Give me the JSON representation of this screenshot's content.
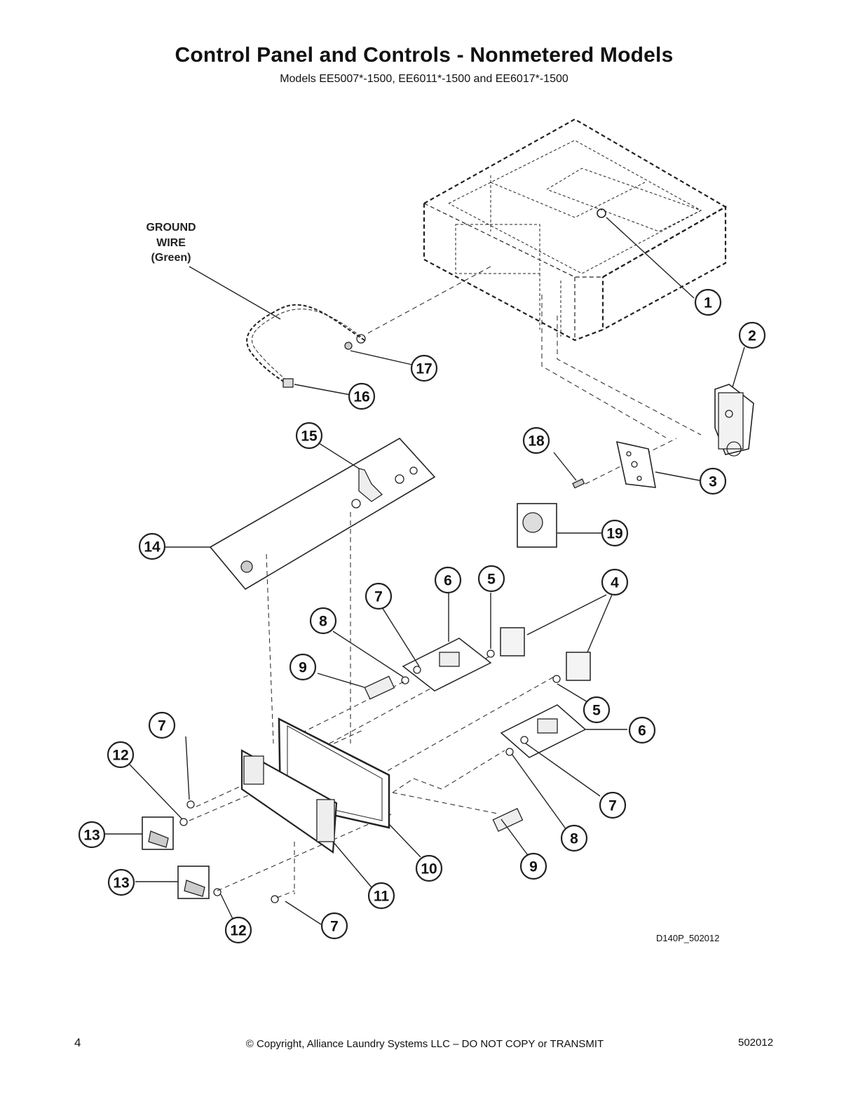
{
  "header": {
    "title": "Control Panel and Controls - Nonmetered Models",
    "subtitle": "Models EE5007*-1500, EE6011*-1500 and EE6017*-1500"
  },
  "diagram": {
    "ground_label": [
      "GROUND",
      "WIRE",
      "(Green)"
    ],
    "drawing_code": "D140P_502012",
    "callouts": [
      "1",
      "2",
      "3",
      "4",
      "5",
      "5",
      "6",
      "6",
      "7",
      "7",
      "7",
      "7",
      "8",
      "8",
      "9",
      "9",
      "10",
      "11",
      "12",
      "12",
      "13",
      "13",
      "14",
      "15",
      "16",
      "17",
      "18",
      "19"
    ]
  },
  "footer": {
    "page_number": "4",
    "copyright": "© Copyright, Alliance Laundry Systems LLC – DO NOT COPY or TRANSMIT",
    "doc_code": "502012"
  }
}
